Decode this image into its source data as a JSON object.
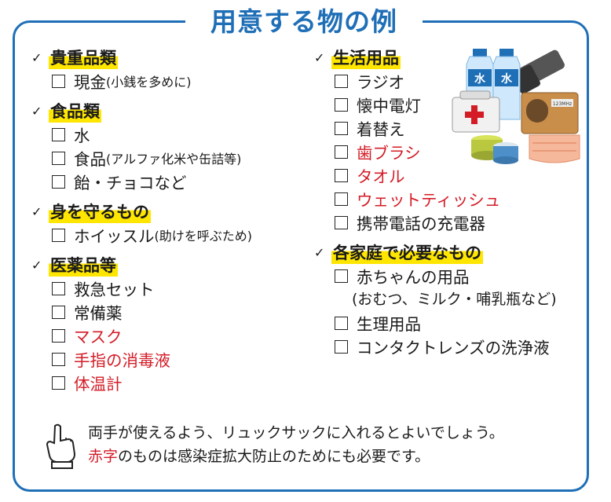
{
  "title": "用意する物の例",
  "left_column": [
    {
      "category": "貴重品類",
      "items": [
        {
          "label": "現金",
          "note": "(小銭を多めに)",
          "red": false
        }
      ]
    },
    {
      "category": "食品類",
      "items": [
        {
          "label": "水",
          "note": "",
          "red": false
        },
        {
          "label": "食品",
          "note": "(アルファ化米や缶詰等)",
          "red": false
        },
        {
          "label": "飴・チョコなど",
          "note": "",
          "red": false
        }
      ]
    },
    {
      "category": "身を守るもの",
      "items": [
        {
          "label": "ホイッスル",
          "note": "(助けを呼ぶため)",
          "red": false
        }
      ]
    },
    {
      "category": "医薬品等",
      "items": [
        {
          "label": "救急セット",
          "note": "",
          "red": false
        },
        {
          "label": "常備薬",
          "note": "",
          "red": false
        },
        {
          "label": "マスク",
          "note": "",
          "red": true
        },
        {
          "label": "手指の消毒液",
          "note": "",
          "red": true
        },
        {
          "label": "体温計",
          "note": "",
          "red": true
        }
      ]
    }
  ],
  "right_column": [
    {
      "category": "生活用品",
      "items": [
        {
          "label": "ラジオ",
          "note": "",
          "red": false
        },
        {
          "label": "懐中電灯",
          "note": "",
          "red": false
        },
        {
          "label": "着替え",
          "note": "",
          "red": false
        },
        {
          "label": "歯ブラシ",
          "note": "",
          "red": true
        },
        {
          "label": "タオル",
          "note": "",
          "red": true
        },
        {
          "label": "ウェットティッシュ",
          "note": "",
          "red": true
        },
        {
          "label": "携帯電話の充電器",
          "note": "",
          "red": false
        }
      ]
    },
    {
      "category": "各家庭で必要なもの",
      "items": [
        {
          "label": "赤ちゃんの用品",
          "note": "",
          "red": false,
          "subline": "(おむつ、ミルク・哺乳瓶など)"
        },
        {
          "label": "生理用品",
          "note": "",
          "red": false
        },
        {
          "label": "コンタクトレンズの洗浄液",
          "note": "",
          "red": false
        }
      ]
    }
  ],
  "notes": {
    "line1": "両手が使えるよう、リュックサックに入れるとよいでしょう。",
    "line2_red": "赤字",
    "line2_rest": "のものは感染症拡大防止のためにも必要です。"
  },
  "illustration": {
    "bottle_label": "水",
    "radio_label": "123MHz"
  },
  "colors": {
    "accent": "#1f6fb7",
    "highlight": "#ffe600",
    "red": "#d41c27"
  }
}
